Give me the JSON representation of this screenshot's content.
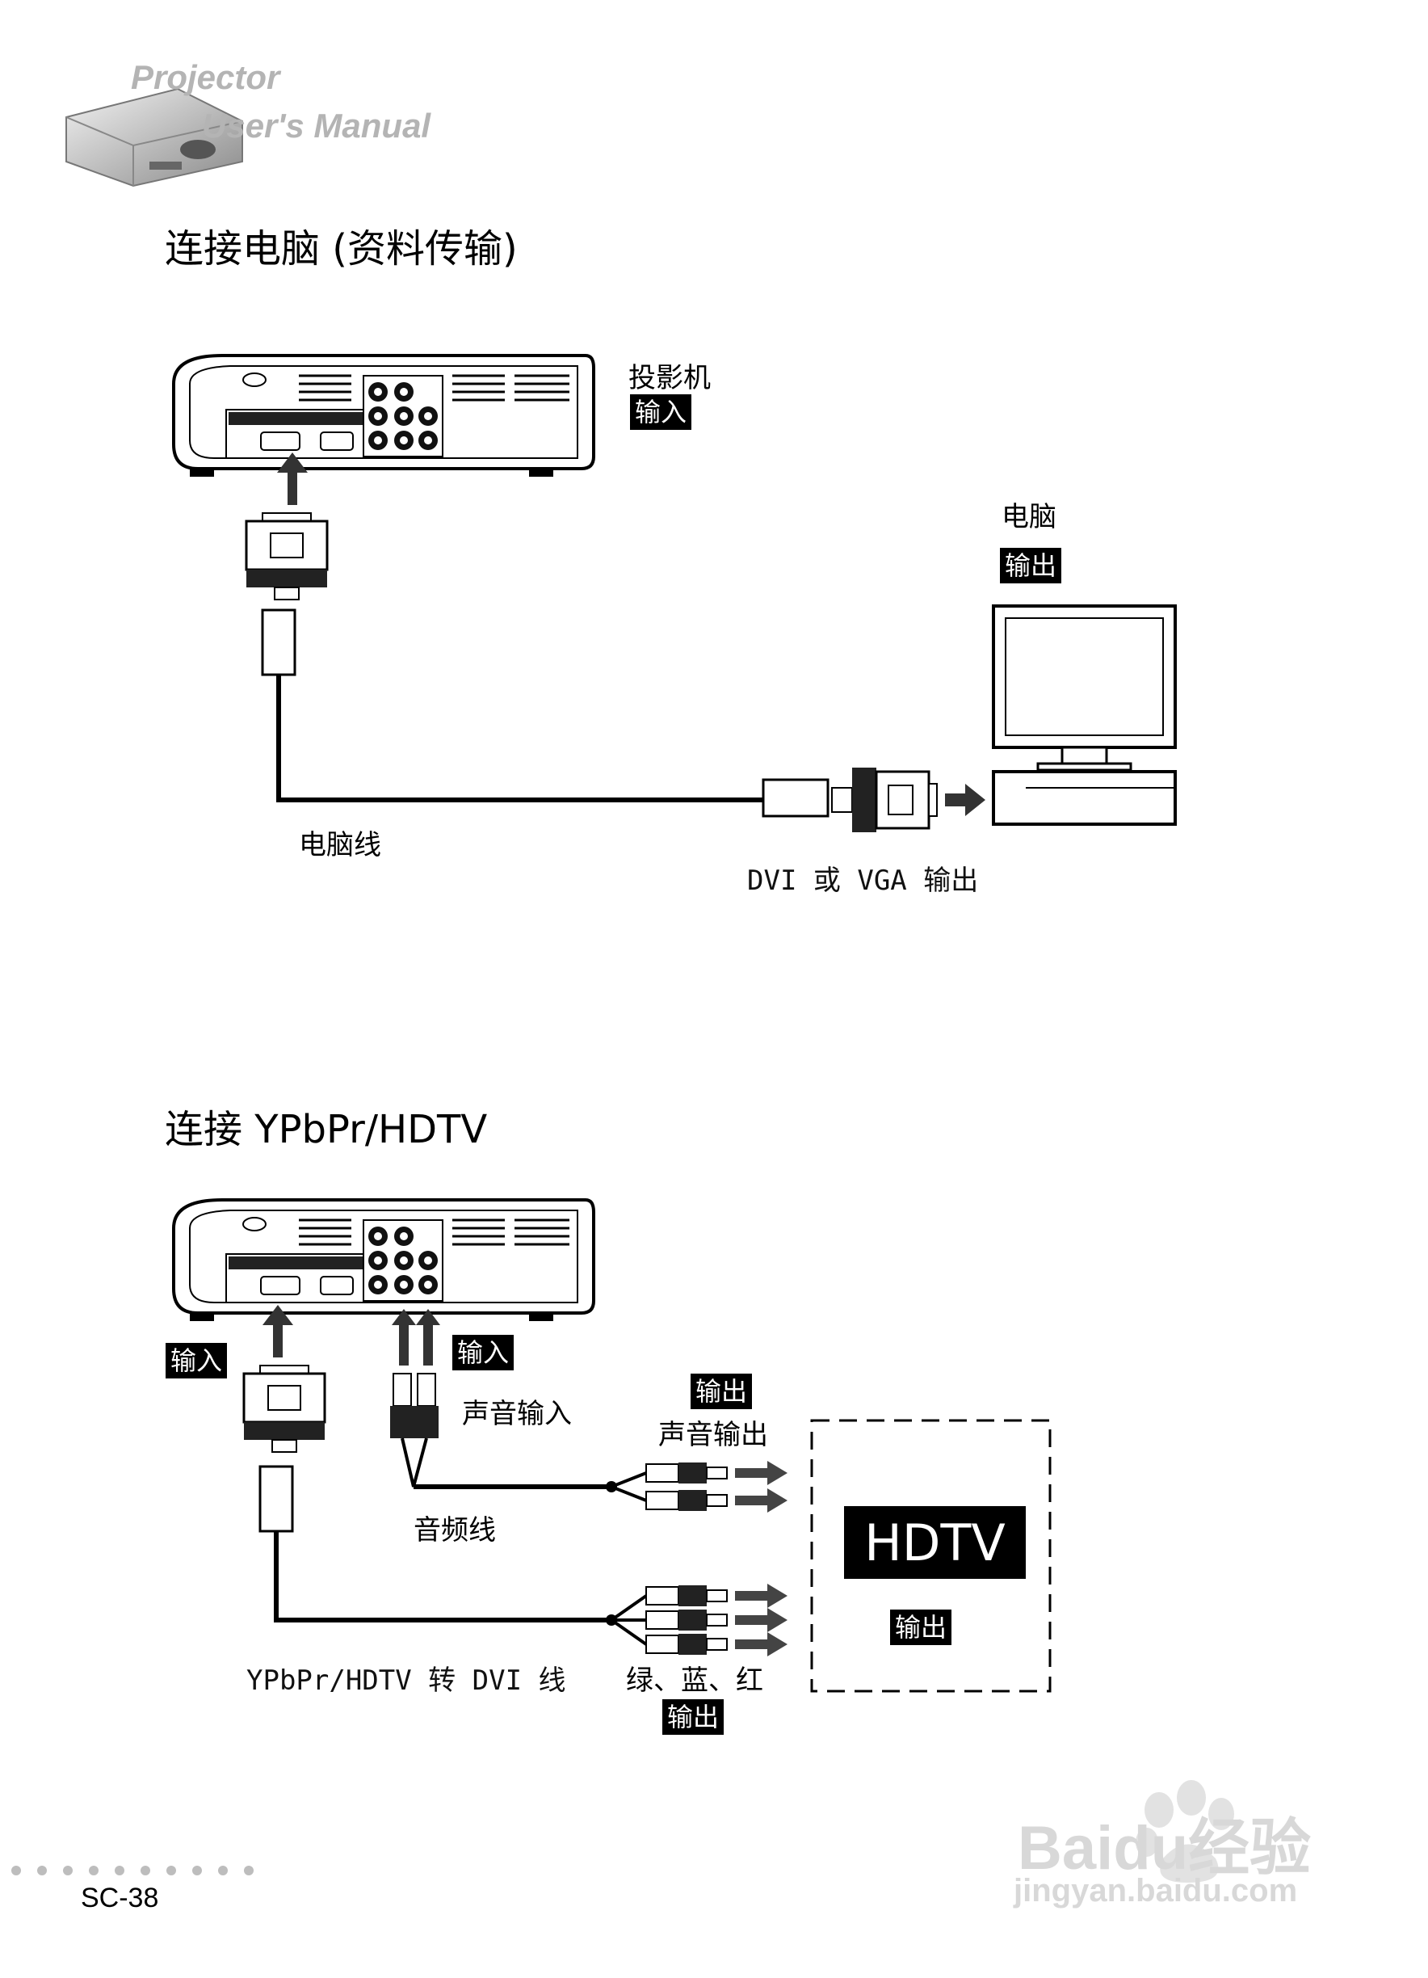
{
  "header": {
    "line1": "Projector",
    "line2": "User's Manual"
  },
  "section1": {
    "title": "连接电脑 (资料传输)",
    "projector_label": "投影机",
    "projector_tag": "输入",
    "computer_label": "电脑",
    "computer_tag": "输出",
    "cable_label": "电脑线",
    "output_label": "DVI 或 VGA 输出"
  },
  "section2": {
    "title": "连接 YPbPr/HDTV",
    "input_tag_left": "输入",
    "input_tag_audio": "输入",
    "audio_input_label": "声音输入",
    "audio_output_tag": "输出",
    "audio_output_label": "声音输出",
    "audio_cable_label": "音频线",
    "hdtv_box_label": "HDTV",
    "hdtv_tag": "输出",
    "ypbpr_cable_label": "YPbPr/HDTV 转 DVI 线",
    "colors_label": "绿、蓝、红",
    "colors_tag": "输出"
  },
  "footer": {
    "page_number": "SC-38"
  },
  "watermark": {
    "brand": "Baidu经验",
    "url": "jingyan.baidu.com"
  },
  "colors": {
    "header_gray": "#b4b4b4",
    "tag_bg": "#000000",
    "tag_fg": "#ffffff",
    "arrow_gray": "#444444",
    "watermark": "#d8d8d8"
  }
}
